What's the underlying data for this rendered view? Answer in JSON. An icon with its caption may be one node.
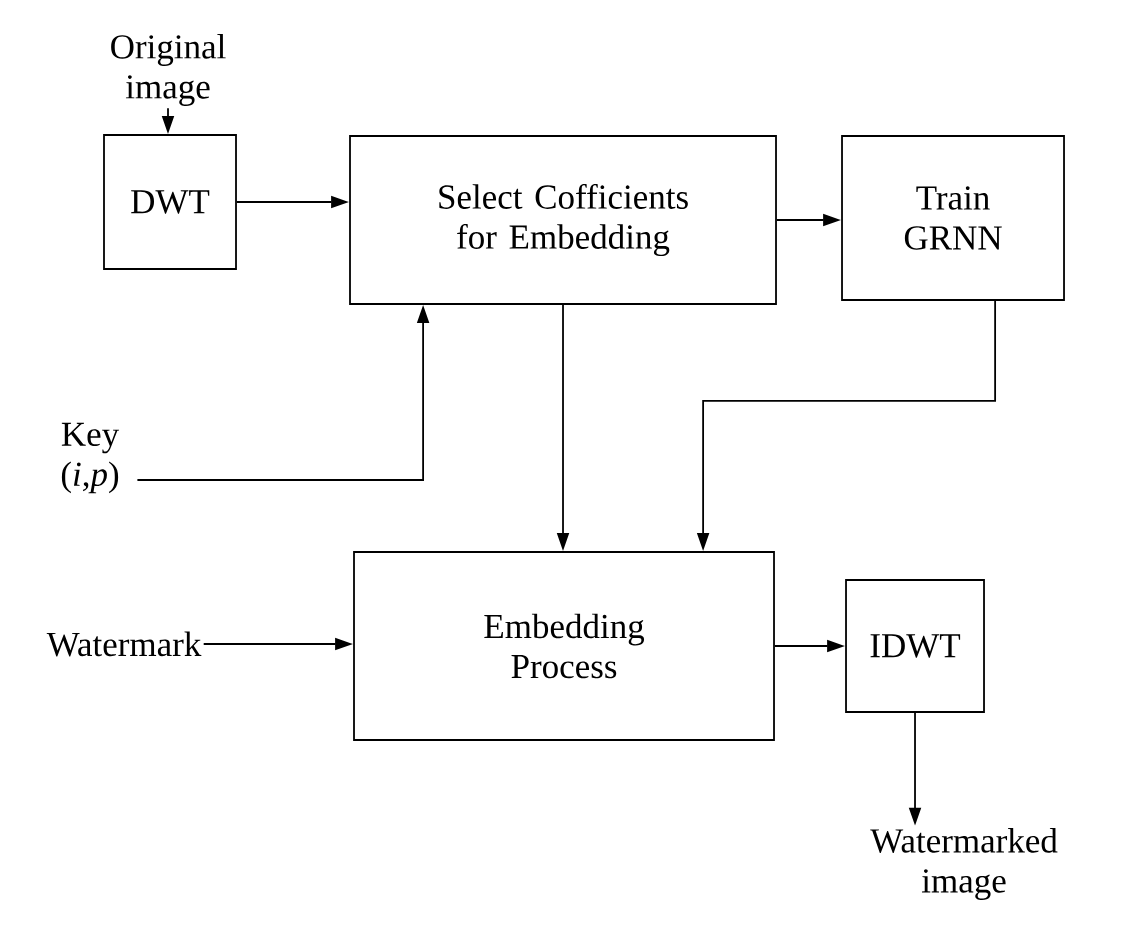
{
  "diagram": {
    "nodes": [
      {
        "text": [
          "Original image"
        ]
      },
      {
        "text": [
          "DWT"
        ]
      },
      {
        "text": [
          "Select Cofficients for Embedding"
        ]
      },
      {
        "text": [
          "Train GRNN"
        ]
      },
      {
        "text": [
          "Key (*i*,*p*)"
        ]
      },
      {
        "text": [
          "Watermark"
        ]
      },
      {
        "text": [
          "Embedding Process"
        ]
      },
      {
        "text": [
          "IDWT"
        ]
      },
      {
        "text": [
          "Watermarked image"
        ]
      }
    ],
    "edges": [
      {
        "from": 0,
        "to": 1,
        "arrow": "to"
      },
      {
        "from": 1,
        "to": 2,
        "arrow": "to"
      },
      {
        "from": 2,
        "to": 3,
        "arrow": "to"
      },
      {
        "from": 4,
        "to": 2,
        "arrow": "to"
      },
      {
        "from": 2,
        "to": 6,
        "arrow": "to"
      },
      {
        "from": 3,
        "to": 6,
        "arrow": "to"
      },
      {
        "from": 5,
        "to": 6,
        "arrow": "to"
      },
      {
        "from": 6,
        "to": 7,
        "arrow": "to"
      },
      {
        "from": 7,
        "to": 8,
        "arrow": "to"
      }
    ]
  }
}
